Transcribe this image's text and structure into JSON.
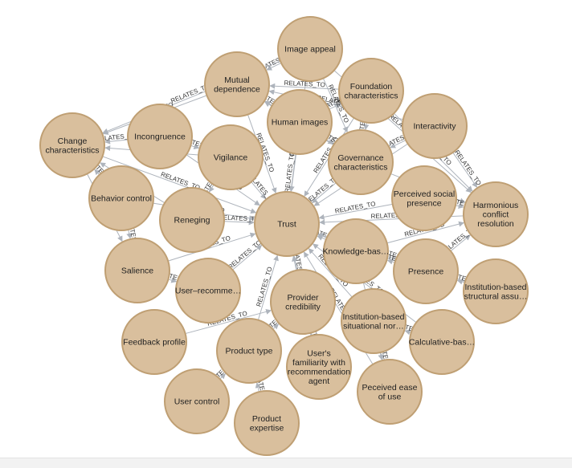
{
  "graph": {
    "edge_label": "RELATES_TO",
    "colors": {
      "node_fill": "#d9bf9d",
      "node_stroke": "#bf9f73",
      "edge": "#aeb4bc",
      "background": "#ffffff"
    },
    "nodes": [
      {
        "id": "image_appeal",
        "label": [
          "Image appeal"
        ]
      },
      {
        "id": "mutual_dependence",
        "label": [
          "Mutual",
          "dependence"
        ]
      },
      {
        "id": "foundation_characteristics",
        "label": [
          "Foundation",
          "characteristics"
        ]
      },
      {
        "id": "human_images",
        "label": [
          "Human images"
        ]
      },
      {
        "id": "interactivity",
        "label": [
          "Interactivity"
        ]
      },
      {
        "id": "change_characteristics",
        "label": [
          "Change",
          "characteristics"
        ]
      },
      {
        "id": "incongruence",
        "label": [
          "Incongruence"
        ]
      },
      {
        "id": "vigilance",
        "label": [
          "Vigilance"
        ]
      },
      {
        "id": "governance_characteristics",
        "label": [
          "Governance",
          "characteristics"
        ]
      },
      {
        "id": "behavior_control",
        "label": [
          "Behavior control"
        ]
      },
      {
        "id": "perceived_social_presence",
        "label": [
          "Perceived social",
          "presence"
        ]
      },
      {
        "id": "harmonious_conflict_resolution",
        "label": [
          "Harmonious",
          "conflict",
          "resolution"
        ]
      },
      {
        "id": "reneging",
        "label": [
          "Reneging"
        ]
      },
      {
        "id": "trust",
        "label": [
          "Trust"
        ]
      },
      {
        "id": "knowledge_based",
        "label": [
          "Knowledge-bas…"
        ]
      },
      {
        "id": "salience",
        "label": [
          "Salience"
        ]
      },
      {
        "id": "user_recommendation",
        "label": [
          "User–recomme…"
        ]
      },
      {
        "id": "presence",
        "label": [
          "Presence"
        ]
      },
      {
        "id": "provider_credibility",
        "label": [
          "Provider",
          "credibility"
        ]
      },
      {
        "id": "institution_based_structural",
        "label": [
          "Institution-based",
          "structural assu…"
        ]
      },
      {
        "id": "institution_based_situational",
        "label": [
          "Institution-based",
          "situational nor…"
        ]
      },
      {
        "id": "feedback_profile",
        "label": [
          "Feedback profile"
        ]
      },
      {
        "id": "product_type",
        "label": [
          "Product type"
        ]
      },
      {
        "id": "calculative_based",
        "label": [
          "Calculative-bas…"
        ]
      },
      {
        "id": "users_familiarity",
        "label": [
          "User's",
          "familiarity with",
          "recommendation",
          "agent"
        ]
      },
      {
        "id": "perceived_ease_of_use",
        "label": [
          "Peceived ease",
          "of use"
        ]
      },
      {
        "id": "user_control",
        "label": [
          "User control"
        ]
      },
      {
        "id": "product_expertise",
        "label": [
          "Product",
          "expertise"
        ]
      }
    ],
    "edges": [
      [
        "mutual_dependence",
        "trust"
      ],
      [
        "image_appeal",
        "trust"
      ],
      [
        "foundation_characteristics",
        "trust"
      ],
      [
        "human_images",
        "trust"
      ],
      [
        "interactivity",
        "trust"
      ],
      [
        "change_characteristics",
        "trust"
      ],
      [
        "incongruence",
        "trust"
      ],
      [
        "vigilance",
        "trust"
      ],
      [
        "governance_characteristics",
        "trust"
      ],
      [
        "behavior_control",
        "trust"
      ],
      [
        "perceived_social_presence",
        "trust"
      ],
      [
        "harmonious_conflict_resolution",
        "trust"
      ],
      [
        "reneging",
        "trust"
      ],
      [
        "knowledge_based",
        "trust"
      ],
      [
        "salience",
        "trust"
      ],
      [
        "user_recommendation",
        "trust"
      ],
      [
        "presence",
        "trust"
      ],
      [
        "provider_credibility",
        "trust"
      ],
      [
        "institution_based_structural",
        "trust"
      ],
      [
        "institution_based_situational",
        "trust"
      ],
      [
        "product_type",
        "trust"
      ],
      [
        "calculative_based",
        "trust"
      ],
      [
        "users_familiarity",
        "trust"
      ],
      [
        "perceived_ease_of_use",
        "trust"
      ],
      [
        "image_appeal",
        "mutual_dependence"
      ],
      [
        "image_appeal",
        "change_characteristics"
      ],
      [
        "foundation_characteristics",
        "mutual_dependence"
      ],
      [
        "human_images",
        "mutual_dependence"
      ],
      [
        "interactivity",
        "mutual_dependence"
      ],
      [
        "governance_characteristics",
        "mutual_dependence"
      ],
      [
        "mutual_dependence",
        "change_characteristics"
      ],
      [
        "incongruence",
        "change_characteristics"
      ],
      [
        "vigilance",
        "change_characteristics"
      ],
      [
        "reneging",
        "change_characteristics"
      ],
      [
        "behavior_control",
        "change_characteristics"
      ],
      [
        "image_appeal",
        "harmonious_conflict_resolution"
      ],
      [
        "foundation_characteristics",
        "harmonious_conflict_resolution"
      ],
      [
        "interactivity",
        "harmonious_conflict_resolution"
      ],
      [
        "governance_characteristics",
        "harmonious_conflict_resolution"
      ],
      [
        "perceived_social_presence",
        "harmonious_conflict_resolution"
      ],
      [
        "knowledge_based",
        "harmonious_conflict_resolution"
      ],
      [
        "presence",
        "harmonious_conflict_resolution"
      ],
      [
        "human_images",
        "foundation_characteristics"
      ],
      [
        "human_images",
        "governance_characteristics"
      ],
      [
        "foundation_characteristics",
        "governance_characteristics"
      ],
      [
        "interactivity",
        "governance_characteristics"
      ],
      [
        "image_appeal",
        "governance_characteristics"
      ],
      [
        "change_characteristics",
        "salience"
      ],
      [
        "behavior_control",
        "salience"
      ],
      [
        "feedback_profile",
        "provider_credibility"
      ],
      [
        "user_control",
        "product_type"
      ],
      [
        "product_expertise",
        "product_type"
      ],
      [
        "product_type",
        "provider_credibility"
      ],
      [
        "users_familiarity",
        "provider_credibility"
      ],
      [
        "institution_based_situational",
        "perceived_ease_of_use"
      ],
      [
        "calculative_based",
        "institution_based_situational"
      ],
      [
        "presence",
        "knowledge_based"
      ],
      [
        "institution_based_structural",
        "presence"
      ],
      [
        "knowledge_based",
        "perceived_ease_of_use"
      ],
      [
        "vigilance",
        "reneging"
      ],
      [
        "incongruence",
        "vigilance"
      ],
      [
        "salience",
        "user_recommendation"
      ]
    ]
  }
}
